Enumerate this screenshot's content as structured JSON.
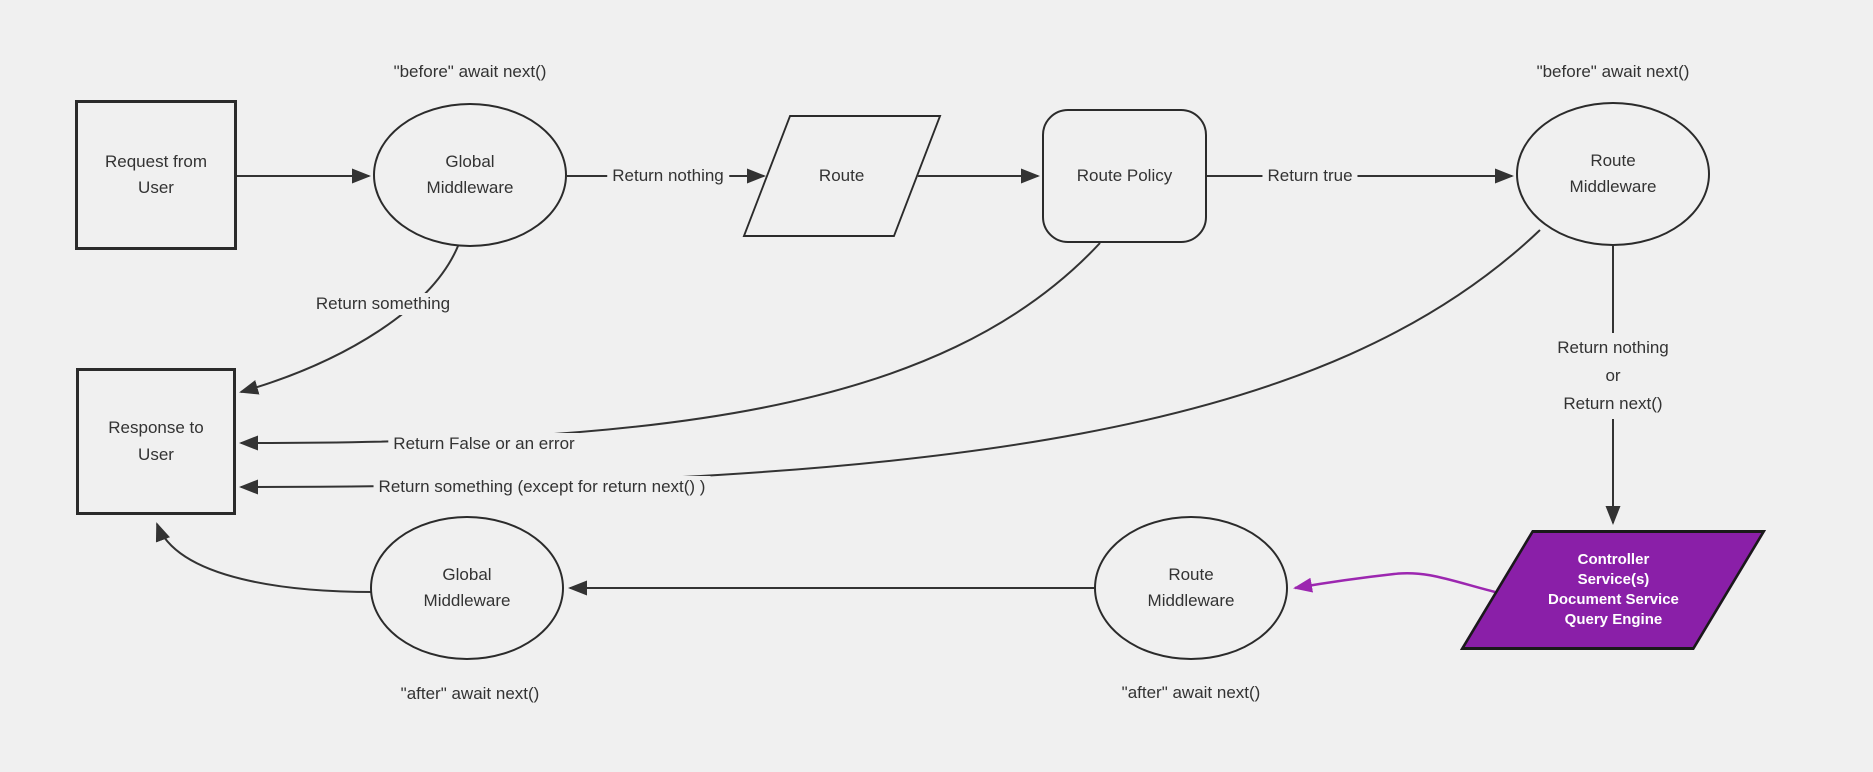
{
  "colors": {
    "background": "#f0f0f0",
    "line": "#333333",
    "node_border": "#2b2b2b",
    "text": "#333333",
    "controller_fill": "#8A1FA8",
    "controller_border": "#1a1a1a",
    "controller_text": "#ffffff",
    "purple_arrow": "#9C27B0"
  },
  "nodes": {
    "request": {
      "label": "Request from User"
    },
    "global_middleware_top": {
      "label": "Global Middleware"
    },
    "route": {
      "label": "Route"
    },
    "route_policy": {
      "label": "Route Policy"
    },
    "route_middleware_top": {
      "label": "Route Middleware"
    },
    "response": {
      "label": "Response to User"
    },
    "global_middleware_bottom": {
      "label": "Global Middleware"
    },
    "route_middleware_bottom": {
      "label": "Route Middleware"
    },
    "controller": {
      "lines": [
        "Controller",
        "Service(s)",
        "Document Service",
        "Query Engine"
      ]
    }
  },
  "annotations": {
    "before_top_left": "\"before\" await next()",
    "before_top_right": "\"before\" await next()",
    "after_bottom_left": "\"after\" await next()",
    "after_bottom_right": "\"after\" await next()"
  },
  "edge_labels": {
    "return_nothing": "Return nothing",
    "return_true": "Return true",
    "return_something": "Return something",
    "return_false_error": "Return False or an error",
    "return_something_except": "Return something (except for return next() )",
    "return_nothing_next": [
      "Return nothing",
      "or",
      "Return next()"
    ]
  }
}
